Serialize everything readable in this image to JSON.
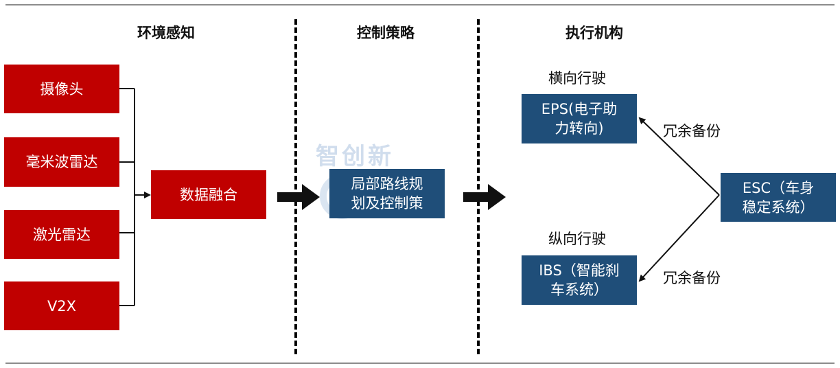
{
  "sections": {
    "perception": "环境感知",
    "control": "控制策略",
    "actuation": "执行机构"
  },
  "sensors": [
    "摄像头",
    "毫米波雷达",
    "激光雷达",
    "V2X"
  ],
  "fusion": "数据融合",
  "planning": "局部路线规\n划及控制策",
  "lateral": {
    "label": "横向行驶",
    "box": "EPS(电子助\n力转向)"
  },
  "longitudinal": {
    "label": "纵向行驶",
    "box": "IBS（智能刹\n车系统）"
  },
  "esc": "ESC（车身\n稳定系统）",
  "redundancy_top": "冗余备份",
  "redundancy_bottom": "冗余备份",
  "watermark": "智创新",
  "colors": {
    "red": "#c00000",
    "blue": "#1f4e79",
    "arrow": "#111111"
  }
}
